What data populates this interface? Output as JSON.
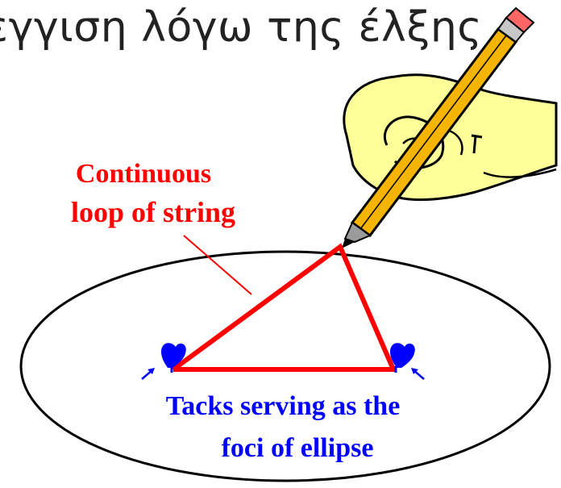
{
  "title": "εγγιση λόγω της έλξης",
  "labels": {
    "string_line1": "Continuous",
    "string_line2": "loop of string",
    "tacks_line1": "Tacks serving as the",
    "tacks_line2": "foci of ellipse"
  },
  "colors": {
    "string": "#ff0000",
    "tacks": "#0000ff",
    "ellipse": "#000000",
    "hand": "#ffff99",
    "pencil": "#f5b400"
  },
  "icons": [
    "hand-icon",
    "pencil-icon",
    "tack-icon"
  ]
}
